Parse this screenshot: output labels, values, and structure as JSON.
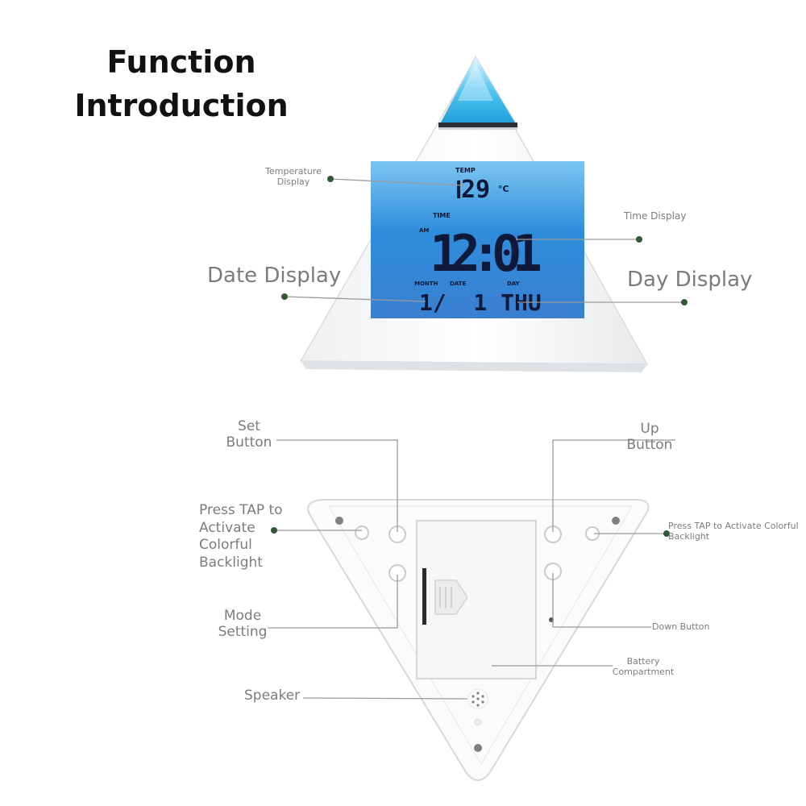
{
  "title": {
    "line1": "Function",
    "line2": "Introduction"
  },
  "lcd": {
    "temp_caption": "TEMP",
    "temperature": "29",
    "temp_unit": "°C",
    "time_caption": "TIME",
    "am_pm": "AM",
    "time": "12:01",
    "month_caption": "MONTH",
    "date_caption": "DATE",
    "day_caption": "DAY",
    "date_line": "1/  1 THU"
  },
  "labels": {
    "temperature_display": "Temperature\nDisplay",
    "time_display": "Time Display",
    "date_display": "Date Display",
    "day_display": "Day Display",
    "set_button": "Set\nButton",
    "up_button": "Up\nButton",
    "press_tap_left": "Press TAP to\nActivate\nColorful\nBacklight",
    "press_tap_right": "Press TAP to Activate Colorful\nBacklight",
    "mode_setting": "Mode\nSetting",
    "down_button": "Down Button",
    "battery_compartment": "Battery\nCompartment",
    "speaker": "Speaker"
  },
  "colors": {
    "lcd_blue": "#2f8fd8",
    "lcd_light": "#8fd0f5",
    "dot_green": "#2f5a35",
    "line_gray": "#9a9a9a"
  }
}
